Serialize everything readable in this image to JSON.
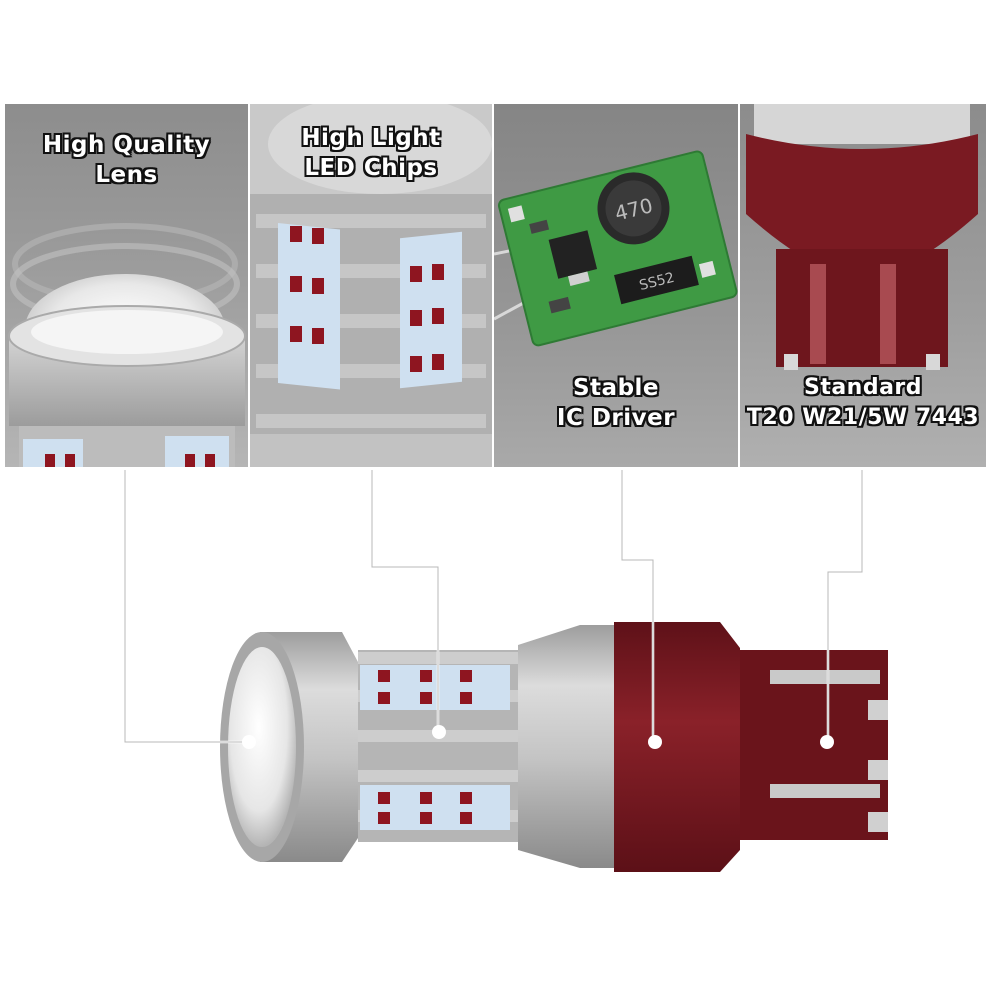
{
  "features": [
    {
      "id": "lens",
      "label": "High Quality\nLens"
    },
    {
      "id": "chips",
      "label": "High Light\nLED Chips"
    },
    {
      "id": "driver",
      "label": "Stable\nIC Driver"
    },
    {
      "id": "base",
      "label": "Standard\nT20 W21/5W 7443"
    }
  ],
  "driver_board": {
    "inductor_marking": "470",
    "diode_marking": "SS52"
  },
  "colors": {
    "panel_gray": "#9a9a9a",
    "bulb_silver": "#c8c8c8",
    "base_red": "#7a1a22",
    "led_red": "#8e1520",
    "pcb_green": "#3f9a44",
    "callout_line": "#ffffff"
  }
}
